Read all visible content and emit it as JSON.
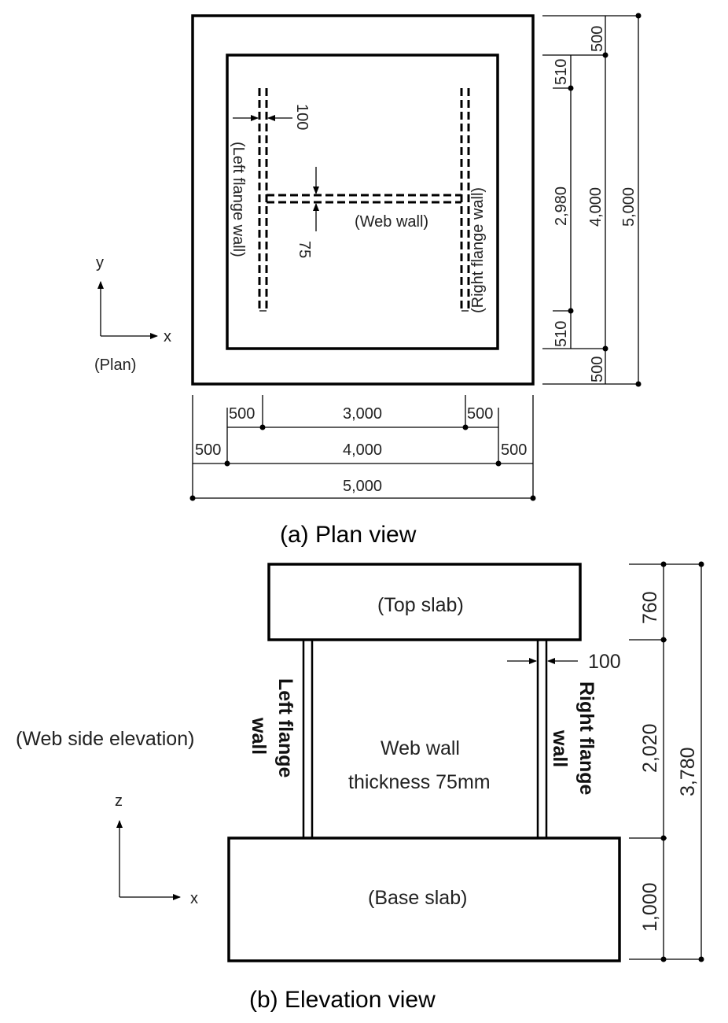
{
  "plan": {
    "caption": "(a)  Plan  view",
    "view_label": "(Plan)",
    "axis_y": "y",
    "axis_x": "x",
    "left_flange_label": "(Left  flange  wall)",
    "right_flange_label": "(Right  flange  wall)",
    "web_label": "(Web  wall)",
    "flange_thickness": "100",
    "web_thickness": "75",
    "dims_bottom": {
      "row1_left": "500",
      "row1_mid": "3,000",
      "row1_right": "500",
      "row2_left": "500",
      "row2_mid": "4,000",
      "row2_right": "500",
      "row3": "5,000"
    },
    "dims_right": {
      "top_outer": "500",
      "top_inner": "510",
      "mid": "2,980",
      "bot_inner": "510",
      "bot_outer": "500",
      "inner_total": "4,000",
      "outer_total": "5,000"
    }
  },
  "elevation": {
    "caption": "(b)  Elevation  view",
    "view_label": "(Web  side  elevation)",
    "axis_z": "z",
    "axis_x": "x",
    "top_slab": "(Top  slab)",
    "base_slab": "(Base  slab)",
    "web_line1": "Web  wall",
    "web_line2": "thickness  75mm",
    "left_wall_line1": "Left  flange",
    "left_wall_line2": "wall",
    "right_wall_line1": "Right  flange",
    "right_wall_line2": "wall",
    "flange_thickness": "100",
    "dims": {
      "top": "760",
      "mid": "2,020",
      "bottom": "1,000",
      "total": "3,780"
    }
  }
}
